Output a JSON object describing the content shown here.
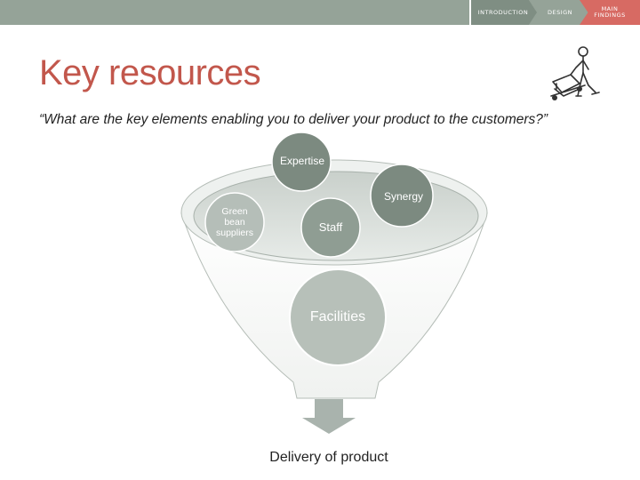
{
  "nav": {
    "intro": "INTRODUCTION",
    "design": "DESIGN",
    "main_line1": "MAIN",
    "main_line2": "FINDINGS"
  },
  "slide": {
    "title": "Key resources",
    "question": "“What are the key elements enabling you to deliver your product to the customers?”"
  },
  "diagram": {
    "nodes": {
      "expertise": "Expertise",
      "synergy": "Synergy",
      "green_line1": "Green",
      "green_line2": "bean",
      "green_line3": "suppliers",
      "staff": "Staff",
      "facilities": "Facilities"
    },
    "output": "Delivery of product"
  },
  "colors": {
    "topbar": "#95a398",
    "nav_active": "#7f8e83",
    "nav_highlight": "#d76a63",
    "title": "#c2574c",
    "circle_dark": "#7c8a80",
    "circle_mid": "#8f9d93",
    "circle_light": "#b7c0b9",
    "funnel_rim": "#d6dbd7"
  },
  "icons": {
    "illustration": "person-with-hand-truck-icon",
    "arrow": "down-arrow-icon"
  }
}
